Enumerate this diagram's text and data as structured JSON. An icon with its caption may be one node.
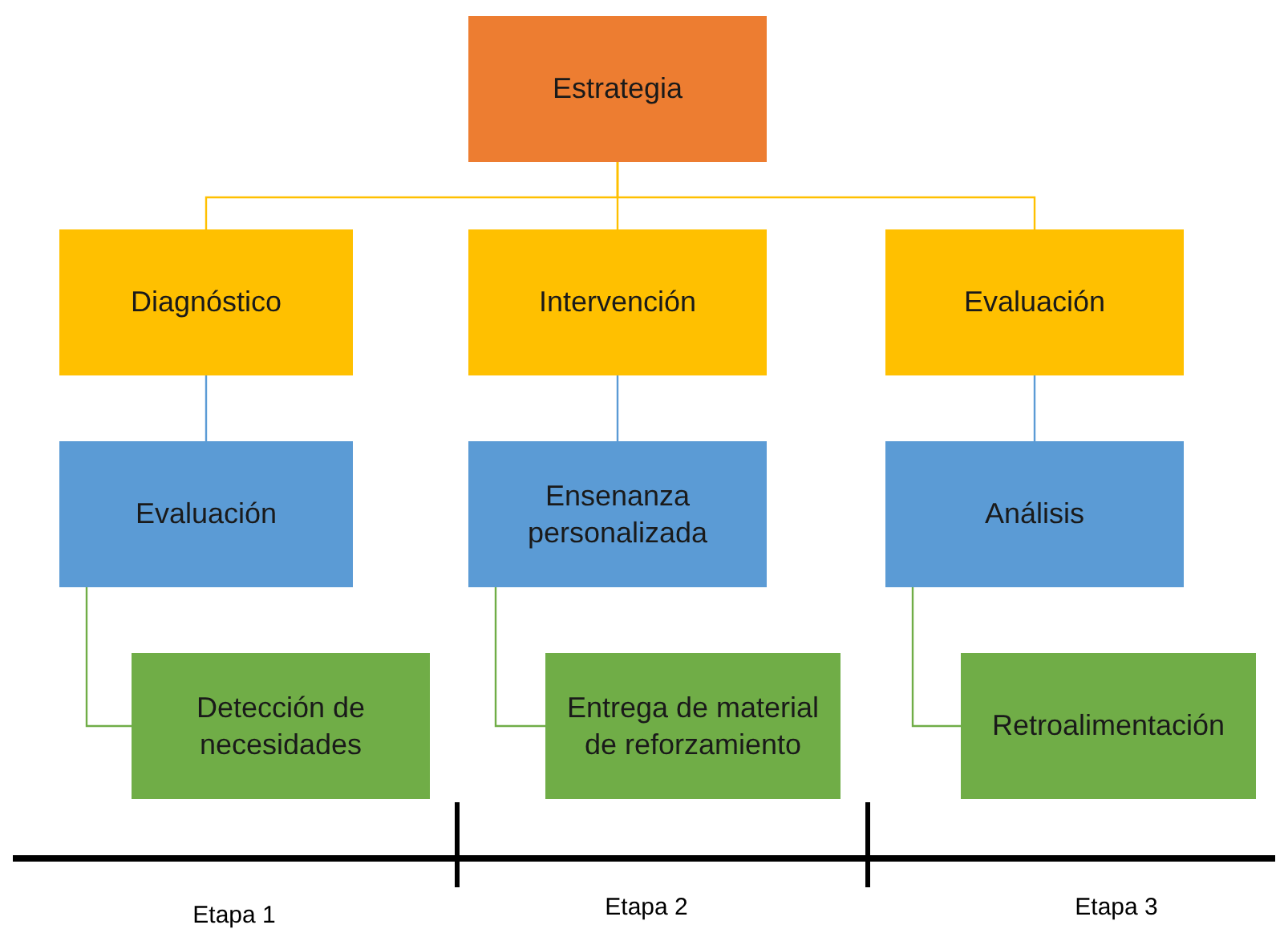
{
  "diagram": {
    "nodes": [
      {
        "text": [
          "Estrategia"
        ]
      },
      {
        "text": [
          "Diagnóstico"
        ]
      },
      {
        "text": [
          "Intervención"
        ]
      },
      {
        "text": [
          "Evaluación"
        ]
      },
      {
        "text": [
          "Evaluación"
        ]
      },
      {
        "text": [
          "Ensenanza personalizada"
        ]
      },
      {
        "text": [
          "Análisis"
        ]
      },
      {
        "text": [
          "Detección de necesidades"
        ]
      },
      {
        "text": [
          "Entrega de material de reforzamiento"
        ]
      },
      {
        "text": [
          "Retroalimentación"
        ]
      }
    ],
    "edges": [
      {
        "from": 0,
        "to": 1,
        "arrow": "none",
        "color": "#ffc000"
      },
      {
        "from": 0,
        "to": 2,
        "arrow": "none",
        "color": "#ffc000"
      },
      {
        "from": 0,
        "to": 3,
        "arrow": "none",
        "color": "#ffc000"
      },
      {
        "from": 1,
        "to": 4,
        "arrow": "none",
        "color": "#5b9bd5"
      },
      {
        "from": 2,
        "to": 5,
        "arrow": "none",
        "color": "#5b9bd5"
      },
      {
        "from": 3,
        "to": 6,
        "arrow": "none",
        "color": "#5b9bd5"
      },
      {
        "from": 4,
        "to": 7,
        "arrow": "none",
        "color": "#70ad47"
      },
      {
        "from": 5,
        "to": 8,
        "arrow": "none",
        "color": "#70ad47"
      },
      {
        "from": 6,
        "to": 9,
        "arrow": "none",
        "color": "#70ad47"
      }
    ],
    "labels": [
      "Etapa 1",
      "Etapa 2",
      "Etapa 3"
    ]
  }
}
